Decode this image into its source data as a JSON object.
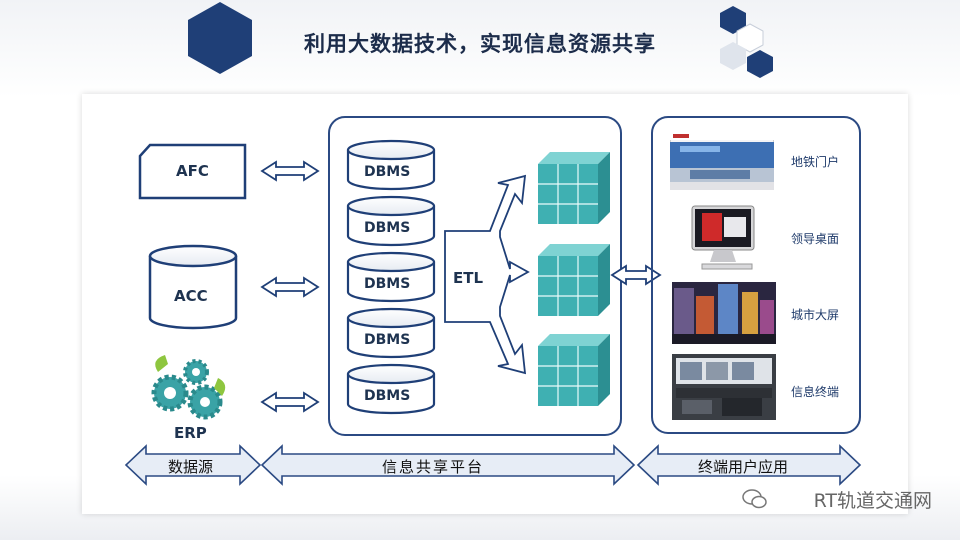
{
  "title": "利用大数据技术，实现信息资源共享",
  "sources": [
    "AFC",
    "ACC",
    "ERP"
  ],
  "dbms_label": "DBMS",
  "dbms_count": 5,
  "etl_label": "ETL",
  "terminals": [
    "地铁门户",
    "领导桌面",
    "城市大屏",
    "信息终端"
  ],
  "sections": {
    "data_source": "数据源",
    "platform": "信息共享平台",
    "terminal": "终端用户应用"
  },
  "watermark": "RT轨道交通网",
  "colors": {
    "navy": "#1f3f77",
    "frame": "#2b4a83",
    "cube": "#3fb0b2",
    "ribbon": "#e7edf6"
  }
}
